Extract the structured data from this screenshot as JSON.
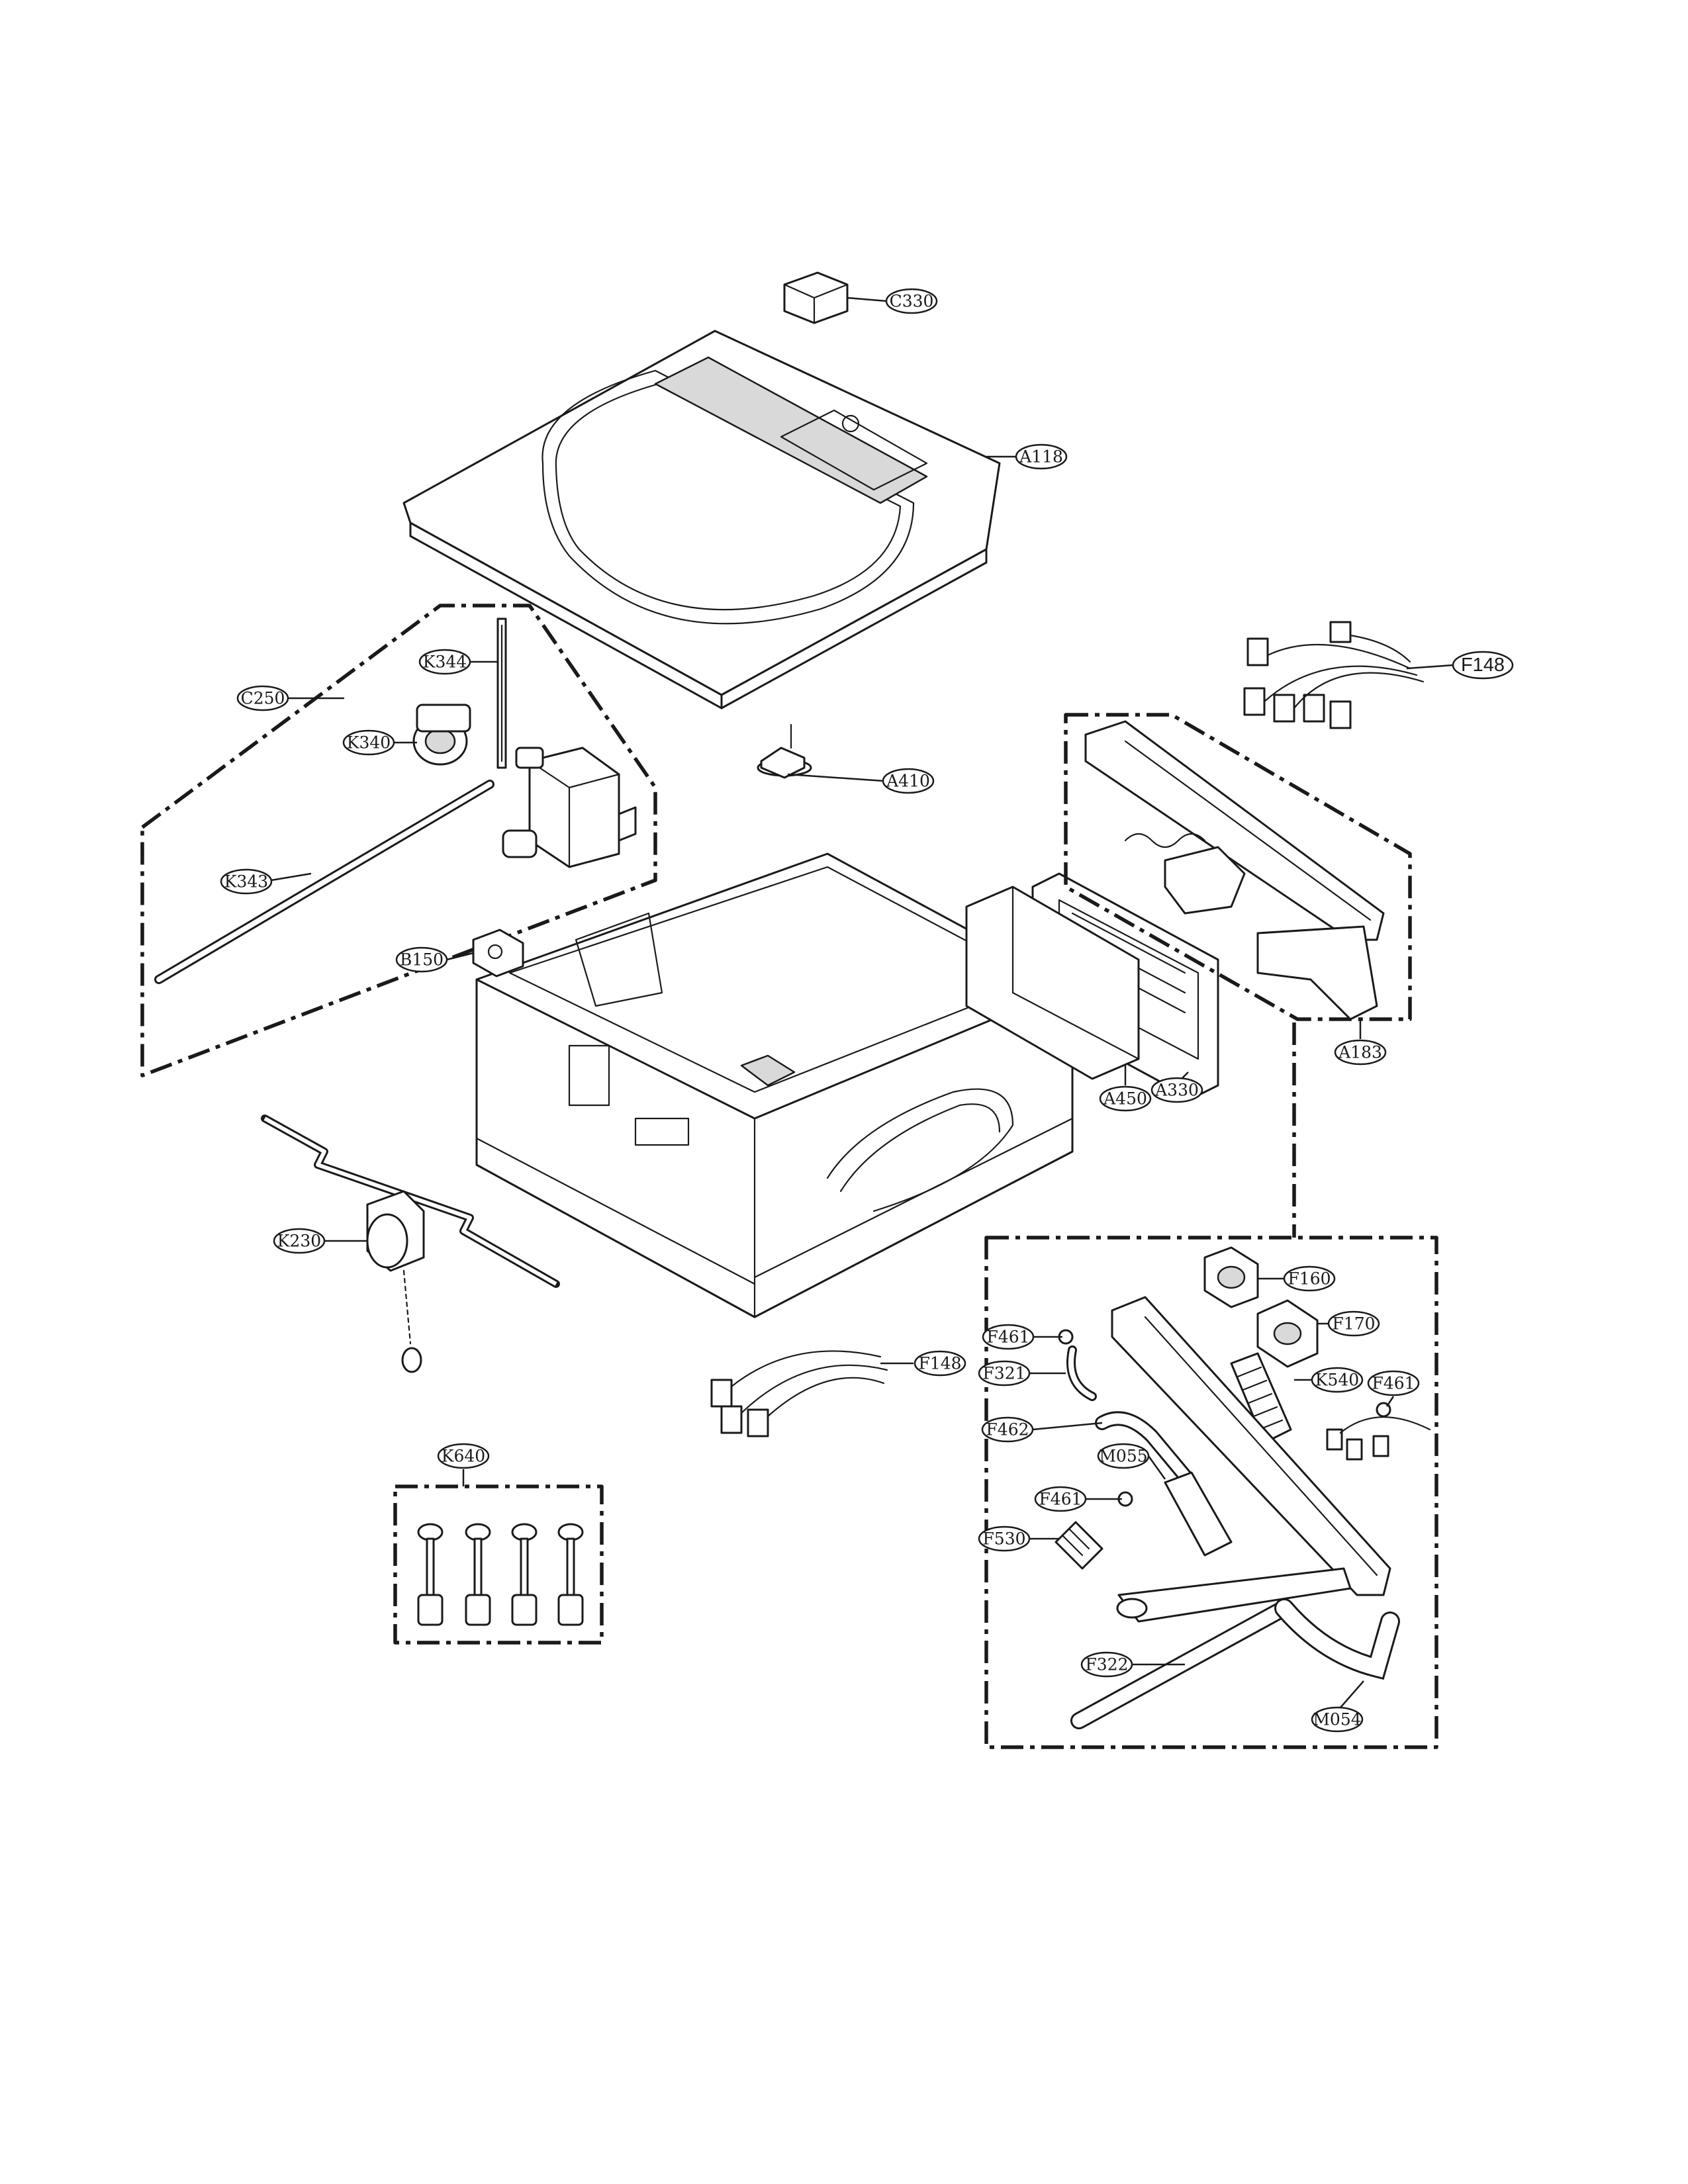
{
  "callouts": {
    "C330": "C330",
    "A118": "A118",
    "F148_top": "F148",
    "K344": "K344",
    "C250": "C250",
    "K340": "K340",
    "A410": "A410",
    "K343": "K343",
    "B150": "B150",
    "A183": "A183",
    "A330": "A330",
    "A450": "A450",
    "K230": "K230",
    "F160": "F160",
    "F170": "F170",
    "F461_a": "F461",
    "K540": "K540",
    "F461_b": "F461",
    "F148_mid": "F148",
    "F321": "F321",
    "F462": "F462",
    "M055": "M055",
    "F461_c": "F461",
    "F530": "F530",
    "K640": "K640",
    "F322": "F322",
    "M054": "M054"
  }
}
